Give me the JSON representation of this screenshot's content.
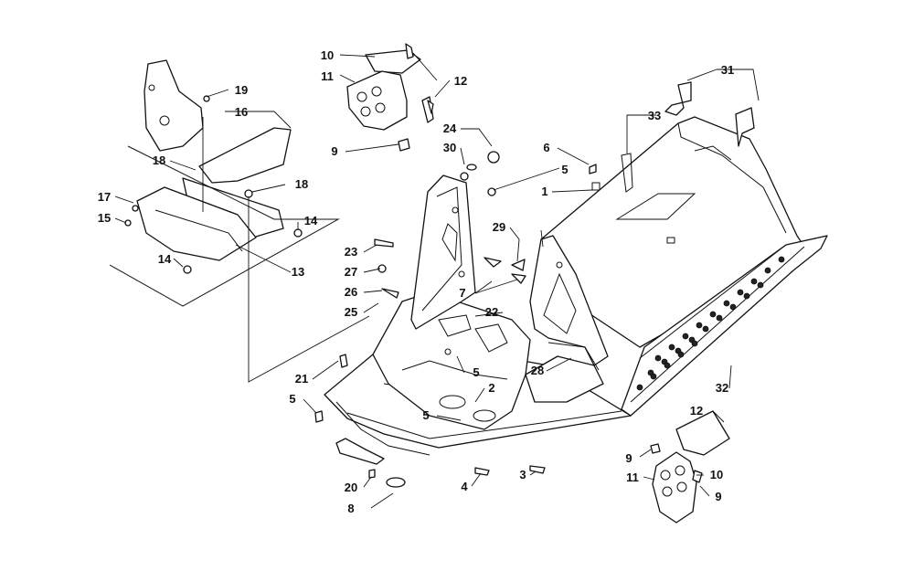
{
  "callouts": [
    "10",
    "11",
    "12",
    "9",
    "19",
    "16",
    "18",
    "17",
    "15",
    "14",
    "14",
    "13",
    "18",
    "24",
    "30",
    "6",
    "5",
    "1",
    "33",
    "31",
    "29",
    "23",
    "27",
    "7",
    "26",
    "25",
    "22",
    "21",
    "5",
    "5",
    "5",
    "2",
    "28",
    "32",
    "12",
    "9",
    "10",
    "11",
    "9",
    "20",
    "8",
    "4",
    "3"
  ]
}
